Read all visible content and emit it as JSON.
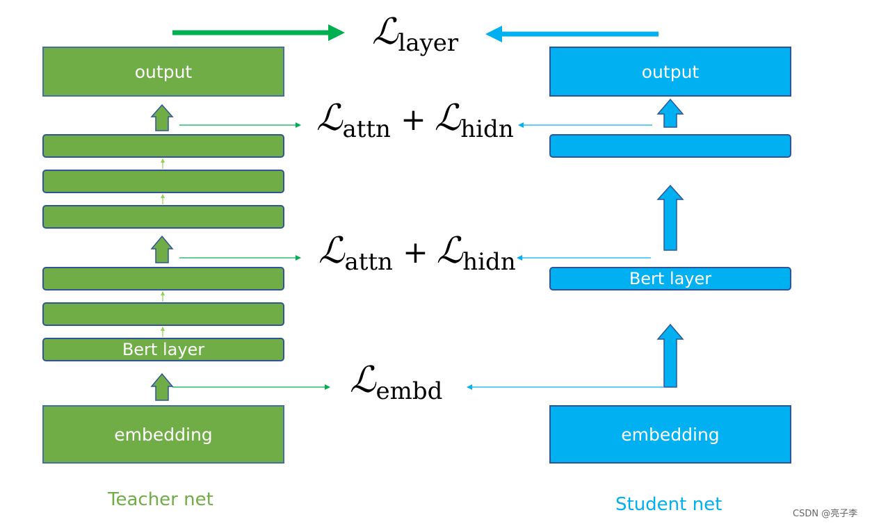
{
  "teacher": {
    "output_label": "output",
    "bert_label": "Bert layer",
    "embedding_label": "embedding",
    "caption": "Teacher net",
    "color": "#70ad47"
  },
  "student": {
    "output_label": "output",
    "bert_label": "Bert layer",
    "embedding_label": "embedding",
    "caption": "Student net",
    "color": "#00b0f0"
  },
  "losses": {
    "symbol": "ℒ",
    "layer_sub": "layer",
    "attn_sub": "attn",
    "plus": "+",
    "hidn_sub": "hidn",
    "embd_sub": "embd"
  },
  "watermark": "CSDN @亮子李"
}
